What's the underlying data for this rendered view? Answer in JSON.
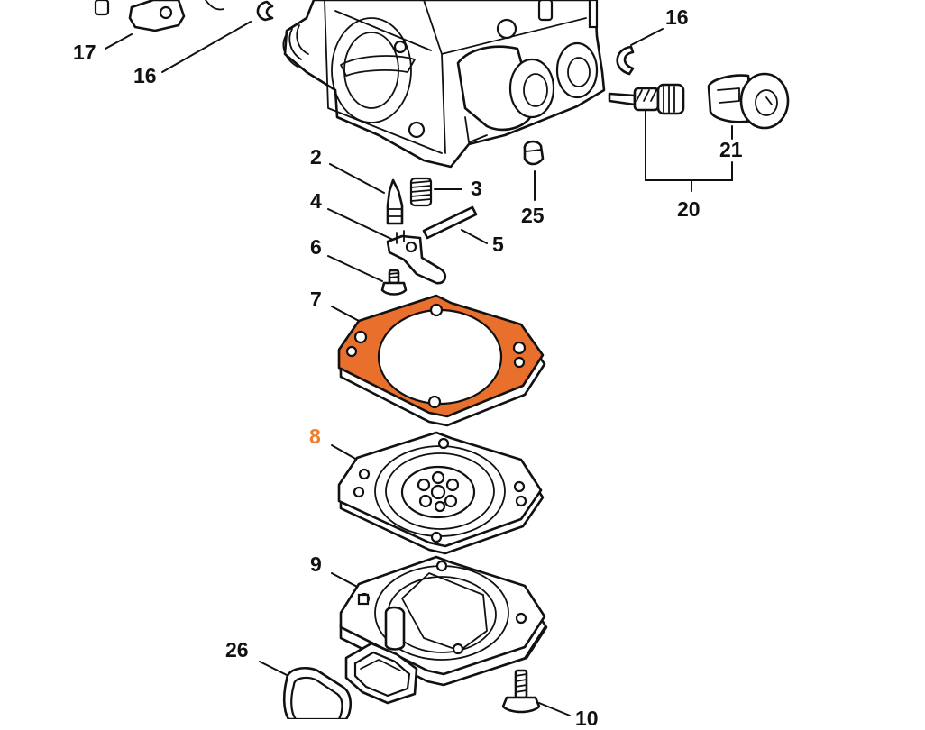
{
  "diagram": {
    "highlight_color": "#ef7d29",
    "gasket_color": "#e86f2c",
    "labels": [
      {
        "key": "17",
        "text": "17"
      },
      {
        "key": "16a",
        "text": "16"
      },
      {
        "key": "16b",
        "text": "16"
      },
      {
        "key": "2",
        "text": "2"
      },
      {
        "key": "3",
        "text": "3"
      },
      {
        "key": "4",
        "text": "4"
      },
      {
        "key": "5",
        "text": "5"
      },
      {
        "key": "6",
        "text": "6"
      },
      {
        "key": "7",
        "text": "7"
      },
      {
        "key": "8",
        "text": "8",
        "highlighted": true
      },
      {
        "key": "9",
        "text": "9"
      },
      {
        "key": "10",
        "text": "10"
      },
      {
        "key": "20",
        "text": "20"
      },
      {
        "key": "21",
        "text": "21"
      },
      {
        "key": "25",
        "text": "25"
      },
      {
        "key": "26",
        "text": "26"
      }
    ]
  }
}
